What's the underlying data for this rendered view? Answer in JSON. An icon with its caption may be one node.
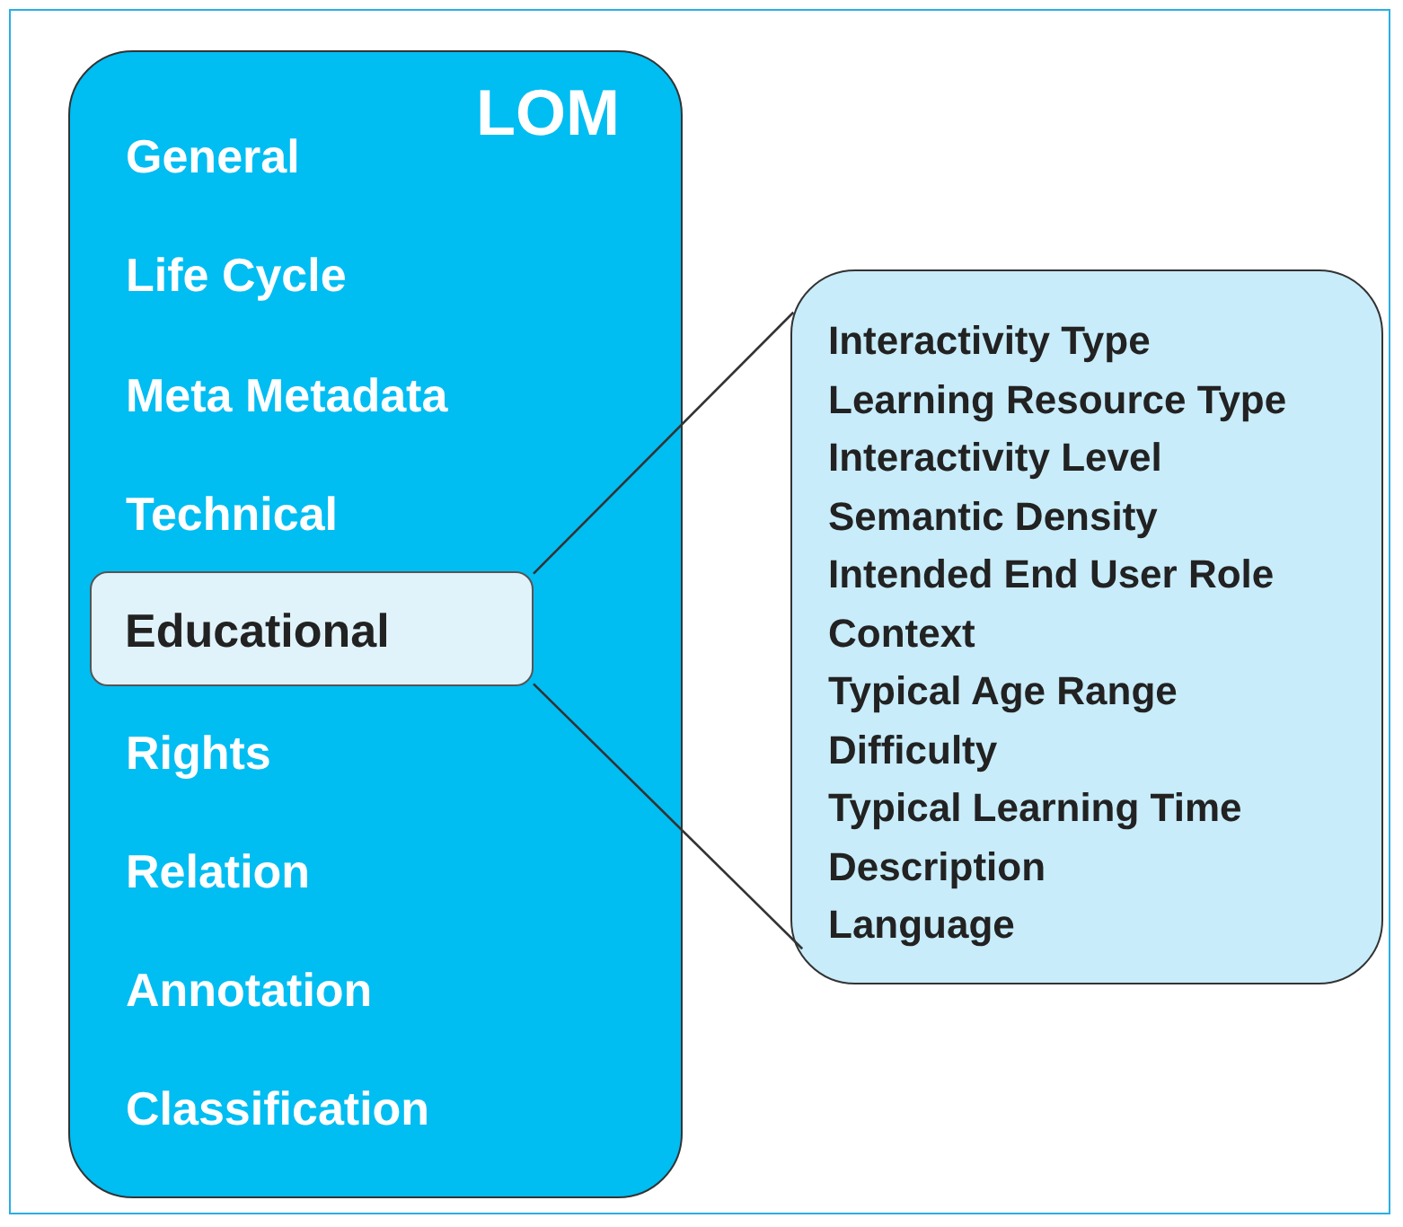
{
  "diagram": {
    "nodes": [
      {
        "text": [
          "LOM",
          "General",
          "Life Cycle",
          "Meta Metadata",
          "Technical",
          "Rights",
          "Relation",
          "Annotation",
          "Classification"
        ]
      },
      {
        "text": [
          "Educational"
        ],
        "in": 0
      },
      {
        "text": [
          "Interactivity Type",
          "Learning Resource Type",
          "Interactivity Level",
          "Semantic Density",
          "Intended End User Role",
          "Context",
          "Typical Age Range",
          "Difficulty",
          "Typical Learning Time",
          "Description",
          "Language"
        ]
      }
    ],
    "edges": [
      {
        "from": 1,
        "to": 2,
        "arrow": "none"
      },
      {
        "from": 1,
        "to": 2,
        "arrow": "none"
      }
    ]
  }
}
